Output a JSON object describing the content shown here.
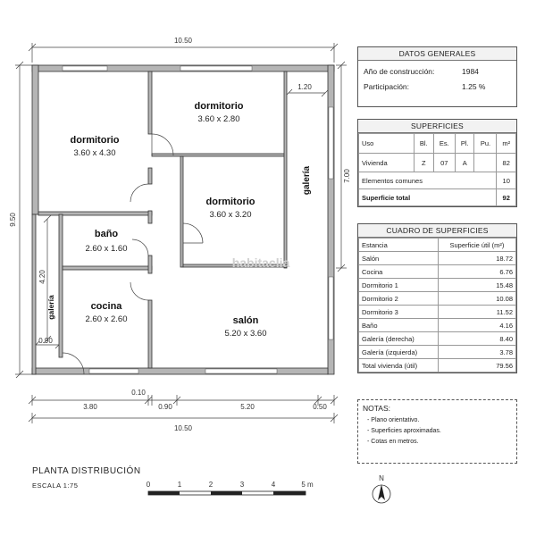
{
  "plan": {
    "dimensions": {
      "top_width": "10.50",
      "bottom_width": "10.50",
      "left_height": "9.50",
      "right_height": "7.00",
      "gallery_width": "1.20",
      "left_gallery_height": "4.20",
      "left_gallery_width": "0.90",
      "bottom_segments": [
        "3.80",
        "0.10",
        "0.90",
        "5.20",
        "0.50"
      ]
    },
    "rooms": [
      {
        "name": "dormitorio",
        "size": "3.60 x 4.30"
      },
      {
        "name": "dormitorio",
        "size": "3.60 x 2.80"
      },
      {
        "name": "dormitorio",
        "size": "3.60 x 3.20"
      },
      {
        "name": "baño",
        "size": "2.60 x 1.60"
      },
      {
        "name": "cocina",
        "size": "2.60 x 2.60"
      },
      {
        "name": "salón",
        "size": "5.20 x 3.60"
      }
    ],
    "galeria_right": "galería",
    "galeria_left": "galería",
    "watermark": "habitaclia"
  },
  "datos_generales": {
    "title": "DATOS GENERALES",
    "rows": [
      {
        "label": "Año de construcción:",
        "value": "1984"
      },
      {
        "label": "Participación:",
        "value": "1.25 %"
      }
    ]
  },
  "superficies": {
    "title": "SUPERFICIES",
    "headers": [
      "Uso",
      "Bl.",
      "Es.",
      "Pl.",
      "Pu.",
      "m²"
    ],
    "row": [
      "Vivienda",
      "Z",
      "07",
      "A",
      "",
      "82"
    ],
    "comunes_label": "Elementos comunes",
    "comunes_value": "10",
    "total_label": "Superficie total",
    "total_value": "92"
  },
  "cuadro": {
    "title": "CUADRO DE SUPERFICIES",
    "header_left": "Estancia",
    "header_right": "Superficie útil (m²)",
    "rows": [
      {
        "name": "Salón",
        "value": "18.72"
      },
      {
        "name": "Cocina",
        "value": "6.76"
      },
      {
        "name": "Dormitorio 1",
        "value": "15.48"
      },
      {
        "name": "Dormitorio 2",
        "value": "10.08"
      },
      {
        "name": "Dormitorio 3",
        "value": "11.52"
      },
      {
        "name": "Baño",
        "value": "4.16"
      },
      {
        "name": "Galería (derecha)",
        "value": "8.40"
      },
      {
        "name": "Galería (izquierda)",
        "value": "3.78"
      },
      {
        "name": "Total vivienda (útil)",
        "value": "79.56"
      }
    ]
  },
  "notas": {
    "title": "NOTAS:",
    "items": [
      "- Plano orientativo.",
      "- Superficies aproximadas.",
      "- Cotas en metros."
    ]
  },
  "title_block": {
    "title": "PLANTA DISTRIBUCIÓN",
    "scale": "ESCALA   1:75",
    "scale_ticks": [
      "0",
      "1",
      "2",
      "3",
      "4",
      "5 m"
    ],
    "north": "N"
  }
}
